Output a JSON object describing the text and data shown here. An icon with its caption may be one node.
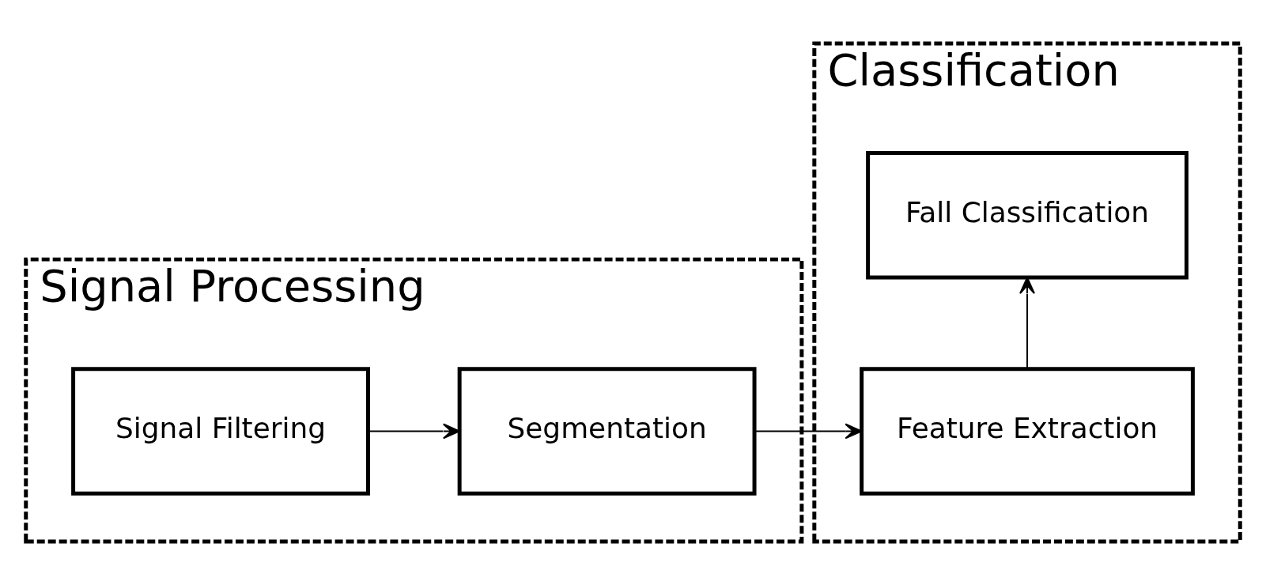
{
  "diagram": {
    "nodes": [
      {
        "text": [
          "Signal Processing"
        ]
      },
      {
        "text": [
          "Signal Filtering"
        ],
        "in": 0
      },
      {
        "text": [
          "Segmentation"
        ],
        "in": 0
      },
      {
        "text": [
          "Classification"
        ]
      },
      {
        "text": [
          "Feature Extraction"
        ],
        "in": 3
      },
      {
        "text": [
          "Fall Classification"
        ],
        "in": 3
      }
    ],
    "edges": [
      {
        "from": 1,
        "to": 2,
        "arrow": "to"
      },
      {
        "from": 2,
        "to": 4,
        "arrow": "to"
      },
      {
        "from": 4,
        "to": 5,
        "arrow": "to"
      }
    ]
  }
}
